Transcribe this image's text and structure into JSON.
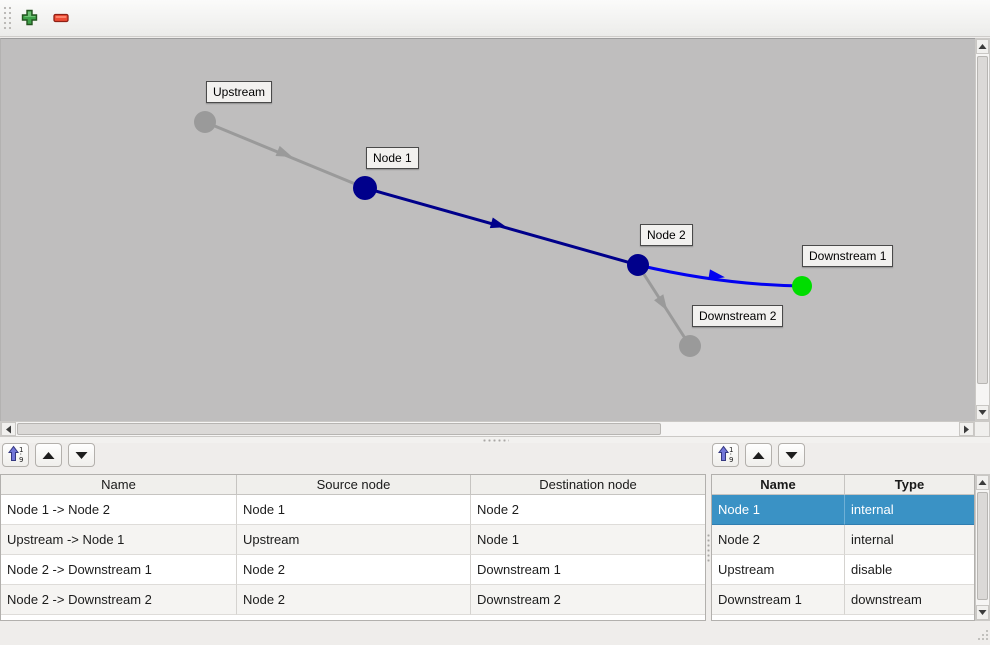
{
  "main_toolbar": {
    "buttons": [
      {
        "icon": "add-node-icon"
      },
      {
        "icon": "remove-node-icon"
      }
    ]
  },
  "graph": {
    "nodes": [
      {
        "id": "upstream",
        "label": "Upstream",
        "color": "#9a9a9a"
      },
      {
        "id": "node1",
        "label": "Node 1",
        "color": "#00008b"
      },
      {
        "id": "node2",
        "label": "Node 2",
        "color": "#00008b"
      },
      {
        "id": "downstream1",
        "label": "Downstream 1",
        "color": "#00dd00"
      },
      {
        "id": "downstream2",
        "label": "Downstream 2",
        "color": "#9a9a9a"
      }
    ],
    "edges": [
      {
        "from": "Upstream",
        "to": "Node 1",
        "color": "#9a9a9a"
      },
      {
        "from": "Node 1",
        "to": "Node 2",
        "color": "#00008b"
      },
      {
        "from": "Node 2",
        "to": "Downstream 1",
        "color": "#0202f0"
      },
      {
        "from": "Node 2",
        "to": "Downstream 2",
        "color": "#9a9a9a"
      }
    ]
  },
  "left_panel": {
    "toolbar": {
      "buttons": [
        {
          "icon": "sort-ascending-icon"
        },
        {
          "icon": "move-up-icon"
        },
        {
          "icon": "move-down-icon"
        }
      ]
    },
    "table": {
      "headers": [
        "Name",
        "Source node",
        "Destination node"
      ],
      "rows": [
        {
          "name": "Node 1 -> Node 2",
          "source": "Node 1",
          "destination": "Node 2"
        },
        {
          "name": "Upstream -> Node 1",
          "source": "Upstream",
          "destination": "Node 1"
        },
        {
          "name": "Node 2 -> Downstream 1",
          "source": "Node 2",
          "destination": "Downstream 1"
        },
        {
          "name": "Node 2 -> Downstream 2",
          "source": "Node 2",
          "destination": "Downstream 2"
        }
      ]
    }
  },
  "right_panel": {
    "toolbar": {
      "buttons": [
        {
          "icon": "sort-ascending-icon"
        },
        {
          "icon": "move-up-icon"
        },
        {
          "icon": "move-down-icon"
        }
      ]
    },
    "table": {
      "headers": [
        "Name",
        "Type"
      ],
      "rows": [
        {
          "name": "Node 1",
          "type": "internal",
          "selected": true
        },
        {
          "name": "Node 2",
          "type": "internal",
          "selected": false
        },
        {
          "name": "Upstream",
          "type": "disable",
          "selected": false
        },
        {
          "name": "Downstream 1",
          "type": "downstream",
          "selected": false
        }
      ]
    }
  },
  "colors": {
    "selection": "#3a92c5",
    "canvas_background": "#bfbebe",
    "node_internal": "#00008b",
    "node_active_edge": "#0202f0",
    "node_downstream": "#00dd00",
    "node_inactive": "#9a9a9a"
  }
}
